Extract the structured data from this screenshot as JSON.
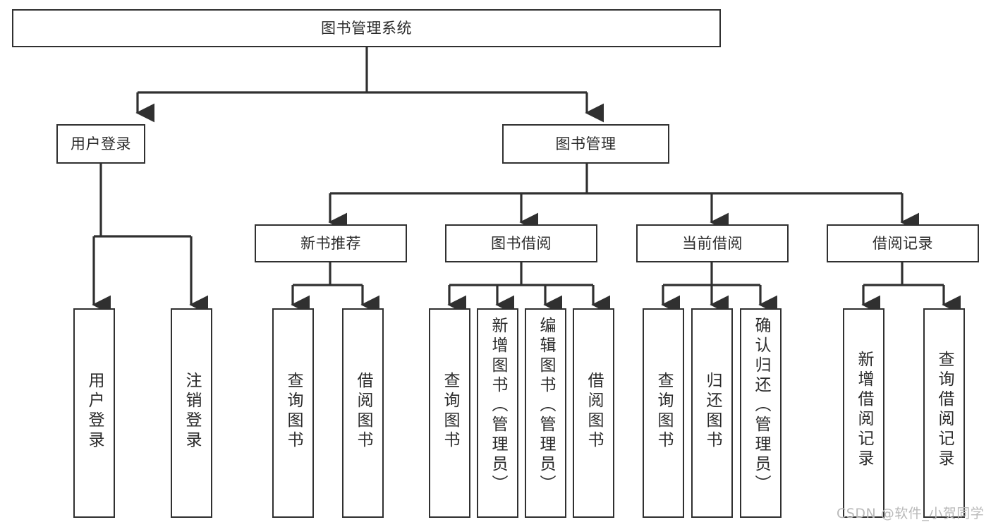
{
  "diagram": {
    "type": "tree-hierarchy-diagram",
    "title": "图书管理系统",
    "watermark": "CSDN @软件_小贺同学",
    "colors": {
      "box_border": "#303030",
      "box_fill": "#ffffff",
      "connector": "#303030",
      "text": "#2b2b2b",
      "watermark": "#b9b9b9"
    },
    "levels": {
      "root": {
        "label": "图书管理系统"
      },
      "level2": [
        {
          "id": "user-login",
          "label": "用户登录"
        },
        {
          "id": "book-manage",
          "label": "图书管理"
        }
      ],
      "level3": [
        {
          "id": "new-book-recommend",
          "label": "新书推荐",
          "parent": "book-manage"
        },
        {
          "id": "book-borrow",
          "label": "图书借阅",
          "parent": "book-manage"
        },
        {
          "id": "current-borrow",
          "label": "当前借阅",
          "parent": "book-manage"
        },
        {
          "id": "borrow-record",
          "label": "借阅记录",
          "parent": "book-manage"
        }
      ],
      "leaves": [
        {
          "id": "leaf-user-login",
          "label": "用户登录",
          "parent": "user-login"
        },
        {
          "id": "leaf-logout-login",
          "label": "注销登录",
          "parent": "user-login"
        },
        {
          "id": "leaf-query-book-1",
          "label": "查询图书",
          "parent": "new-book-recommend"
        },
        {
          "id": "leaf-borrow-book-1",
          "label": "借阅图书",
          "parent": "new-book-recommend"
        },
        {
          "id": "leaf-query-book-2",
          "label": "查询图书",
          "parent": "book-borrow"
        },
        {
          "id": "leaf-add-book",
          "label": "新增图书（管理员）",
          "parent": "book-borrow"
        },
        {
          "id": "leaf-edit-book",
          "label": "编辑图书（管理员）",
          "parent": "book-borrow"
        },
        {
          "id": "leaf-borrow-book-2",
          "label": "借阅图书",
          "parent": "book-borrow"
        },
        {
          "id": "leaf-query-book-3",
          "label": "查询图书",
          "parent": "current-borrow"
        },
        {
          "id": "leaf-return-book",
          "label": "归还图书",
          "parent": "current-borrow"
        },
        {
          "id": "leaf-confirm-return",
          "label": "确认归还（管理员）",
          "parent": "current-borrow"
        },
        {
          "id": "leaf-add-borrow-record",
          "label": "新增借阅记录",
          "parent": "borrow-record"
        },
        {
          "id": "leaf-query-borrow-record",
          "label": "查询借阅记录",
          "parent": "borrow-record"
        }
      ]
    }
  }
}
